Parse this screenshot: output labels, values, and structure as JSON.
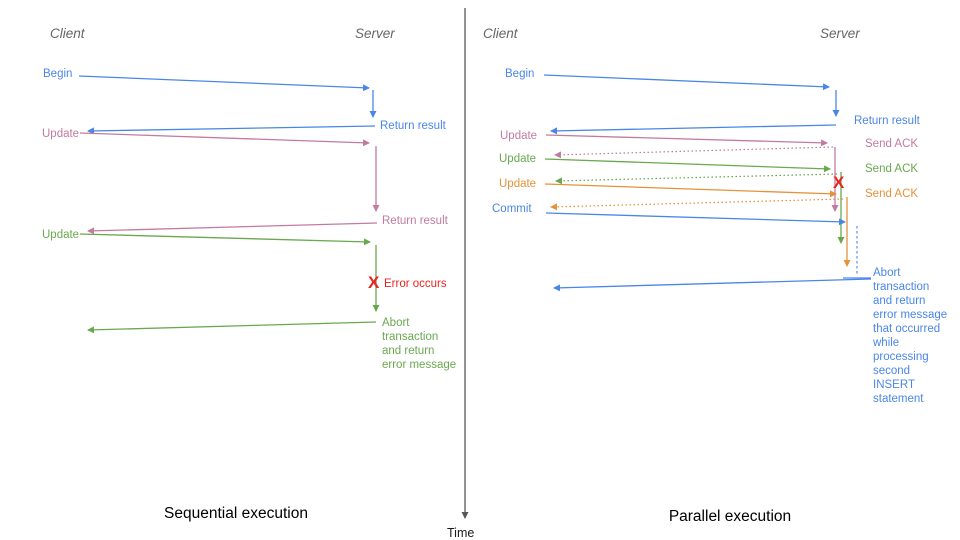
{
  "diagram": {
    "colors": {
      "blue": "#4a86e8",
      "pink": "#c27ba0",
      "green": "#6aa84f",
      "orange": "#e69138",
      "red": "#e8241f",
      "header_gray": "#666666",
      "axis_gray": "#58585b"
    },
    "time_axis": {
      "label": "Time"
    },
    "left": {
      "title": "Sequential execution",
      "client_header": "Client",
      "server_header": "Server",
      "labels": {
        "begin": "Begin",
        "return_result_1": "Return result",
        "update_1": "Update",
        "return_result_2": "Return result",
        "update_2": "Update",
        "error_x": "X",
        "error_occurs": "Error occurs",
        "abort_lines": [
          "Abort",
          "transaction",
          "and return",
          "error message"
        ]
      }
    },
    "right": {
      "title": "Parallel execution",
      "client_header": "Client",
      "server_header": "Server",
      "labels": {
        "begin": "Begin",
        "return_result": "Return result",
        "update_1": "Update",
        "send_ack_1": "Send ACK",
        "update_2": "Update",
        "send_ack_2": "Send ACK",
        "update_3": "Update",
        "send_ack_3": "Send ACK",
        "commit": "Commit",
        "error_x": "X",
        "abort_lines": [
          "Abort",
          "transaction",
          "and return",
          "error message",
          "that occurred",
          "while",
          "processing",
          "second",
          "INSERT",
          "statement"
        ]
      }
    }
  }
}
